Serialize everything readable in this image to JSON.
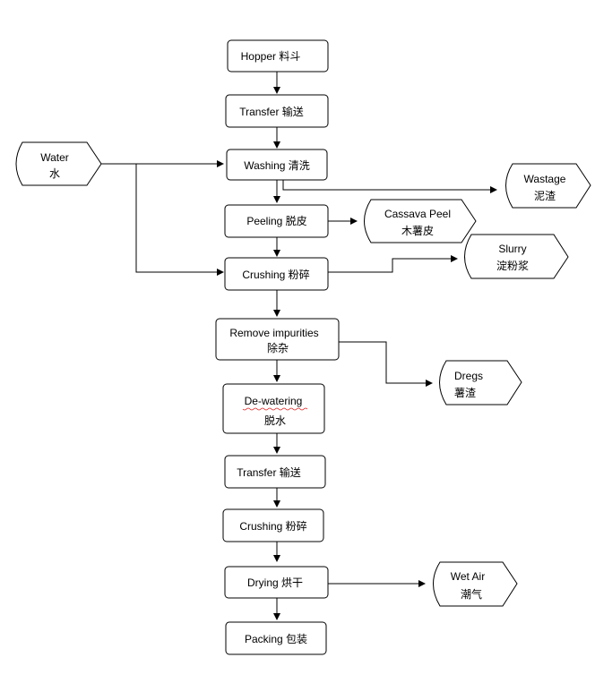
{
  "steps": {
    "hopper": {
      "line1": "Hopper 料斗"
    },
    "transfer1": {
      "line1": "Transfer  输送"
    },
    "washing": {
      "line1": "Washing  清洗"
    },
    "peeling": {
      "line1": "Peeling  脱皮"
    },
    "crushing1": {
      "line1": "Crushing  粉碎"
    },
    "remove": {
      "line1": "Remove impurities",
      "line2": "除杂"
    },
    "dewater": {
      "line1": "De-watering",
      "line2": "脱水"
    },
    "transfer2": {
      "line1": "Transfer  输送"
    },
    "crushing2": {
      "line1": "Crushing  粉碎"
    },
    "drying": {
      "line1": "Drying  烘干"
    },
    "packing": {
      "line1": "Packing 包装"
    }
  },
  "io": {
    "water": {
      "line1": "Water",
      "line2": "水"
    },
    "wastage": {
      "line1": "Wastage",
      "line2": "泥渣"
    },
    "peel": {
      "line1": "Cassava Peel",
      "line2": "木薯皮"
    },
    "slurry": {
      "line1": "Slurry",
      "line2": "淀粉浆"
    },
    "dregs": {
      "line1": "Dregs",
      "line2": "薯渣"
    },
    "wetair": {
      "line1": "Wet Air",
      "line2": "潮气"
    }
  }
}
